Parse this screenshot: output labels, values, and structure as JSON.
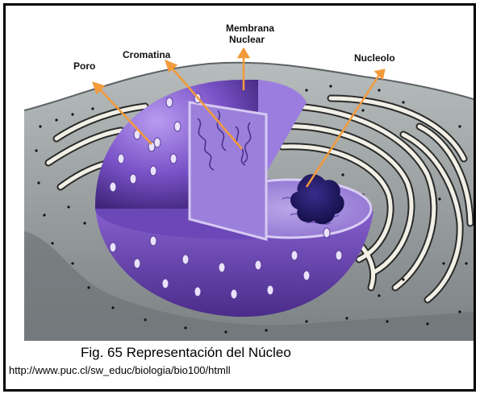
{
  "labels": {
    "poro": "Poro",
    "cromatina": "Cromatina",
    "membrana_line1": "Membrana",
    "membrana_line2": "Nuclear",
    "nucleolo": "Nucleolo"
  },
  "caption": {
    "title": "Fig. 65 Representación del Núcleo",
    "source": "http://www.puc.cl/sw_educ/biologia/bio100/htmll"
  },
  "colors": {
    "arrow": "#f39a3a",
    "nucleus": "#7a52c8",
    "cytoplasm": "#8e9496",
    "er_membrane": "#f2f0e6"
  }
}
